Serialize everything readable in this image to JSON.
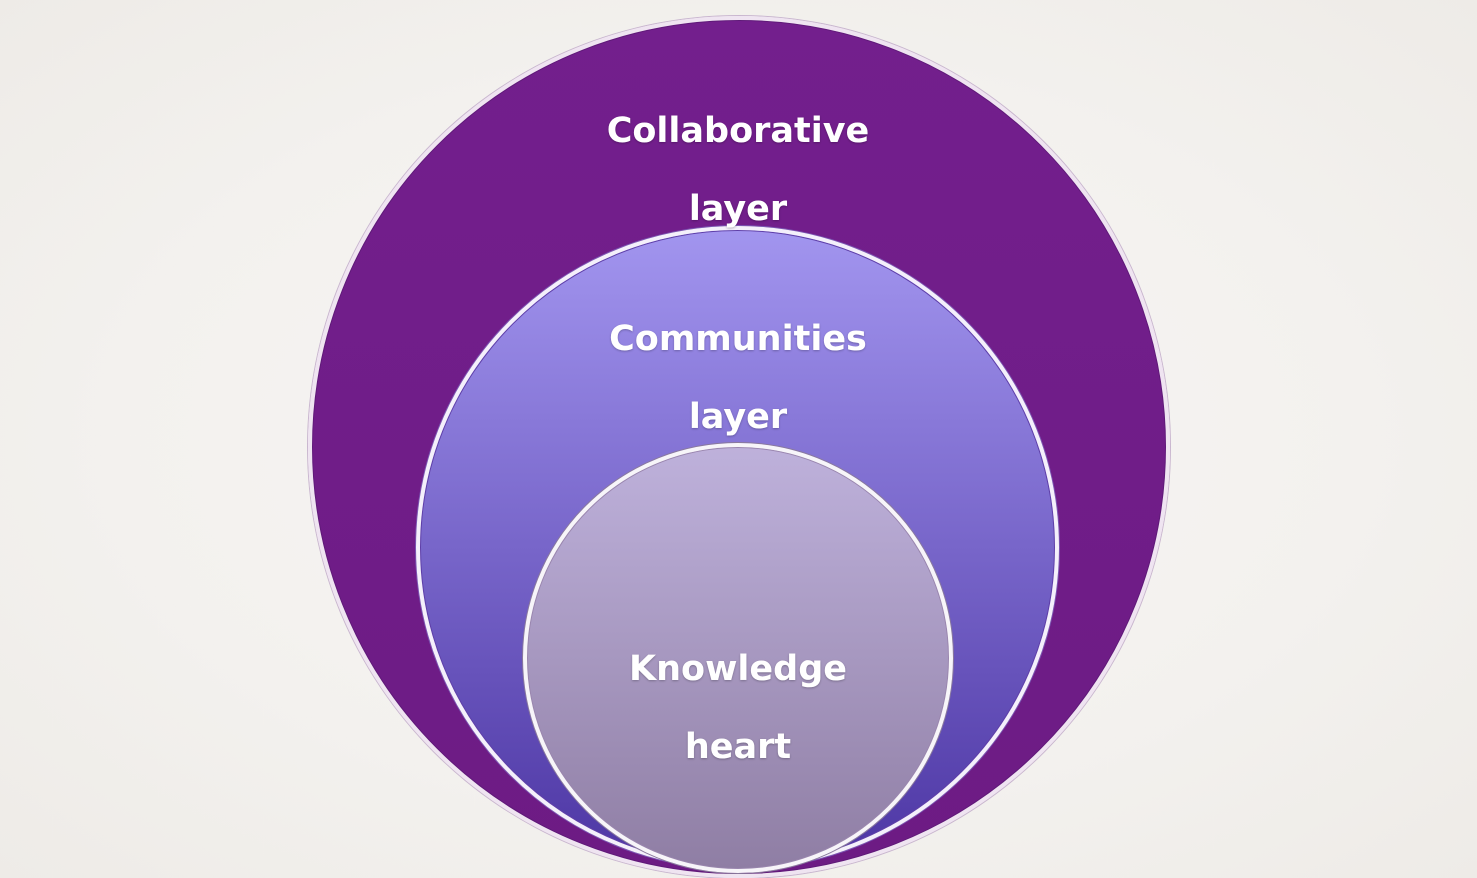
{
  "layers": [
    {
      "key": "outer",
      "label_line1": "Collaborative",
      "label_line2": "layer",
      "fill_top": "#731f8d",
      "fill_bottom": "#6d1b84"
    },
    {
      "key": "middle",
      "label_line1": "Communities",
      "label_line2": "layer",
      "fill_top": "#a295ef",
      "fill_bottom": "#4d36a4"
    },
    {
      "key": "inner",
      "label_line1": "Knowledge",
      "label_line2": "heart",
      "fill_top": "#beb1db",
      "fill_bottom": "#8f7ea4"
    }
  ],
  "colors": {
    "background": "#f3f1ee",
    "label_text": "#ffffff"
  }
}
